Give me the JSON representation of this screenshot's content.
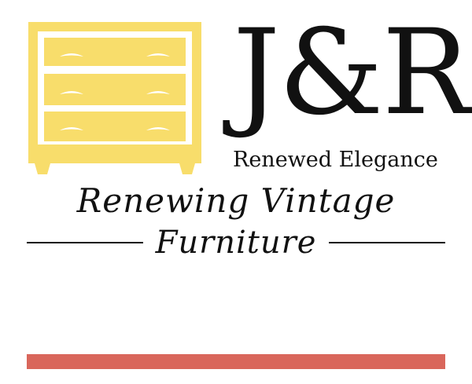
{
  "brand": {
    "title": "J&R",
    "subtitle": "Renewed Elegance",
    "logo_icon": "dresser-icon"
  },
  "tagline": {
    "line1": "Renewing Vintage",
    "line2": "Furniture"
  },
  "colors": {
    "dresser_yellow": "#F8DD6B",
    "ink": "#111111",
    "accent_bar": "#D9665B",
    "background": "#FFFFFF"
  }
}
